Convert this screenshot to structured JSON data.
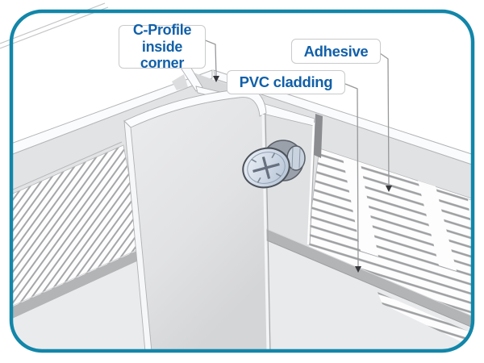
{
  "frame": {
    "border_color": "#1286a9",
    "background_color": "#ffffff"
  },
  "labels": {
    "c_profile": {
      "line1": "C-Profile",
      "line2": "inside corner"
    },
    "adhesive": {
      "text": "Adhesive"
    },
    "pvc_cladding": {
      "text": "PVC cladding"
    }
  },
  "label_style": {
    "text_color": "#1160a9",
    "box_border_color": "#c9cacc",
    "box_background": "#ffffff",
    "leader_line_color": "#97989a",
    "arrow_color": "#35363a"
  },
  "scene": {
    "components": [
      "left-wall",
      "right-wall",
      "inside-corner-c-profile",
      "pvc-cladding-panel",
      "right-cladding-panel",
      "screw",
      "adhesive-hatch-left",
      "adhesive-hatch-right",
      "skirting-strip-left",
      "skirting-strip-right",
      "floor"
    ]
  }
}
